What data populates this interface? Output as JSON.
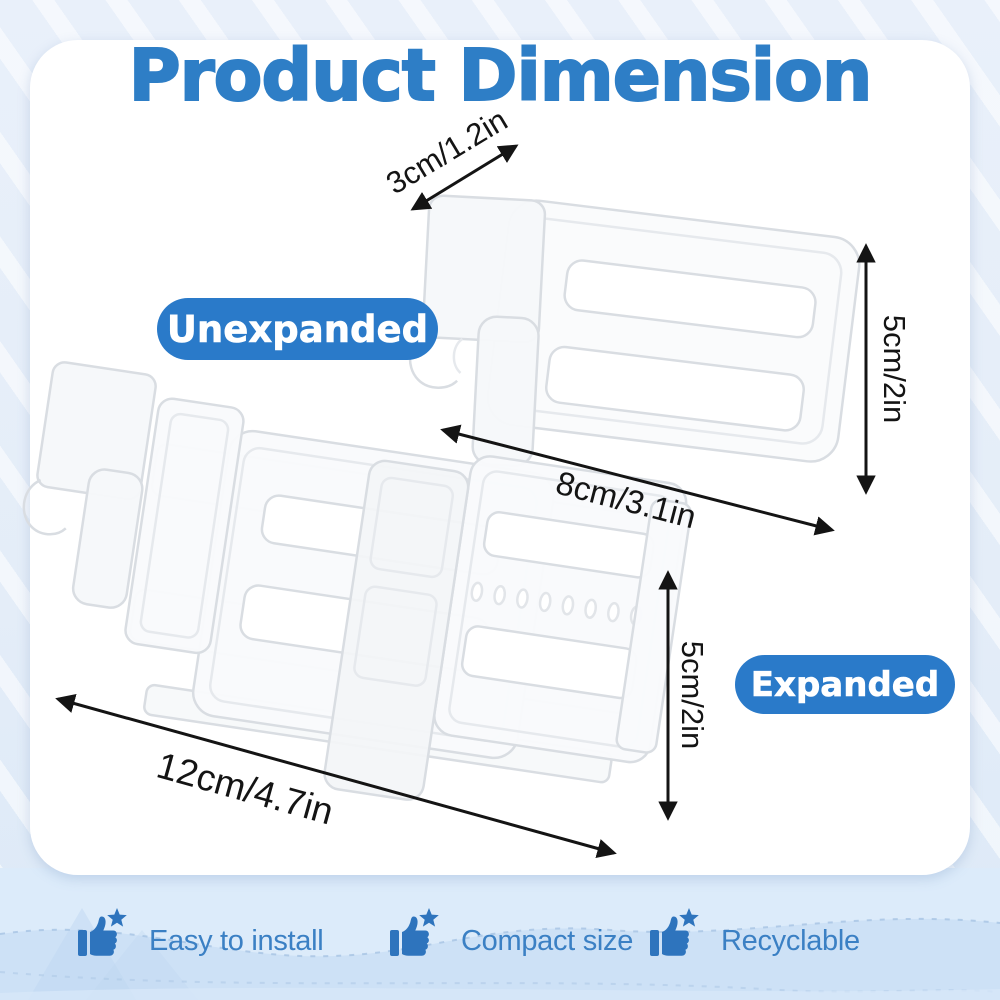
{
  "title": "Product Dimension",
  "badges": {
    "unexpanded": "Unexpanded",
    "expanded": "Expanded"
  },
  "dimensions": {
    "clip_depth": "3cm/1.2in",
    "unexpanded_height": "5cm/2in",
    "unexpanded_width": "8cm/3.1in",
    "expanded_width": "12cm/4.7in",
    "expanded_height": "5cm/2in"
  },
  "features": [
    {
      "icon": "thumbs-up-star-icon",
      "label": "Easy to install"
    },
    {
      "icon": "thumbs-up-star-icon",
      "label": "Compact size"
    },
    {
      "icon": "thumbs-up-star-icon",
      "label": "Recyclable"
    }
  ],
  "colors": {
    "title_blue": "#2e7ec6",
    "badge_blue": "#2a7ac9",
    "feature_text_blue": "#3b80c4",
    "icon_blue": "#2e74bd",
    "band_blue": "#cde1f6",
    "arrow_black": "#141414"
  }
}
